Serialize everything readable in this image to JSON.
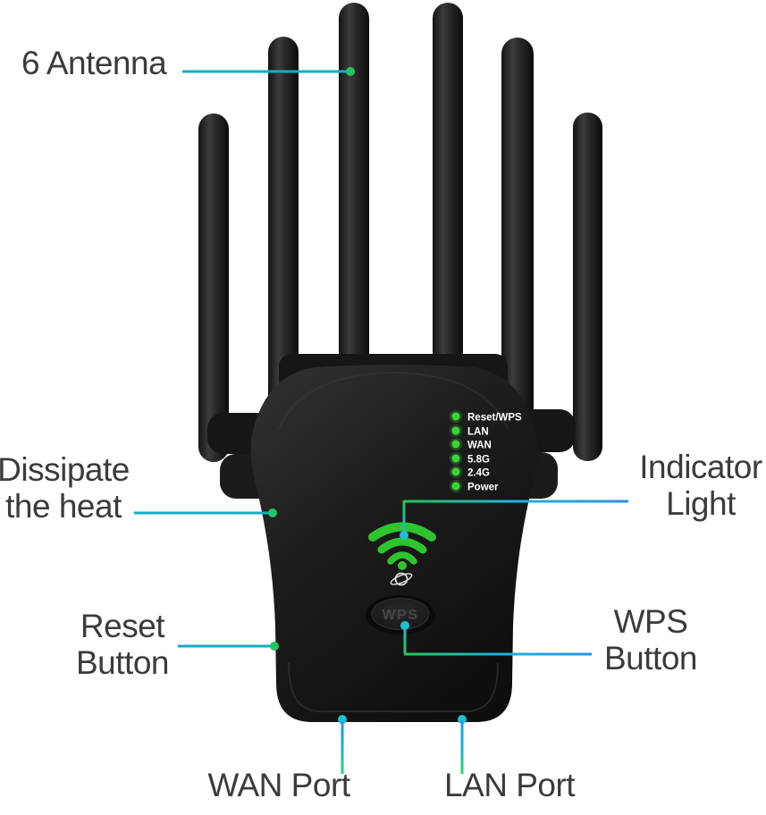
{
  "device": {
    "wps_button_label": "WPS",
    "led_labels": [
      "Reset/WPS",
      "LAN",
      "WAN",
      "5.8G",
      "2.4G",
      "Power"
    ]
  },
  "annotations": {
    "antenna": {
      "lines": [
        "6 Antenna"
      ]
    },
    "heat": {
      "lines": [
        "Dissipate",
        "the heat"
      ]
    },
    "reset": {
      "lines": [
        "Reset",
        "Button"
      ]
    },
    "indicator": {
      "lines": [
        "Indicator",
        "Light"
      ]
    },
    "wps": {
      "lines": [
        "WPS",
        "Button"
      ]
    },
    "wan": {
      "lines": [
        "WAN Port"
      ]
    },
    "lan": {
      "lines": [
        "LAN Port"
      ]
    }
  },
  "colors": {
    "background": "#ffffff",
    "label_text": "#3b3b3b",
    "line_teal": "#12aec2",
    "line_blue": "#2e8fe8",
    "line_green": "#2bc25a",
    "dot_green": "#22c46a",
    "dot_cyan": "#1cc0cf",
    "led_green": "#3ad13a",
    "wifi_green": "#2fc42f",
    "led_label_text": "#ffffff",
    "wps_text": "#464646",
    "device_dark": "#1a1a1a"
  }
}
